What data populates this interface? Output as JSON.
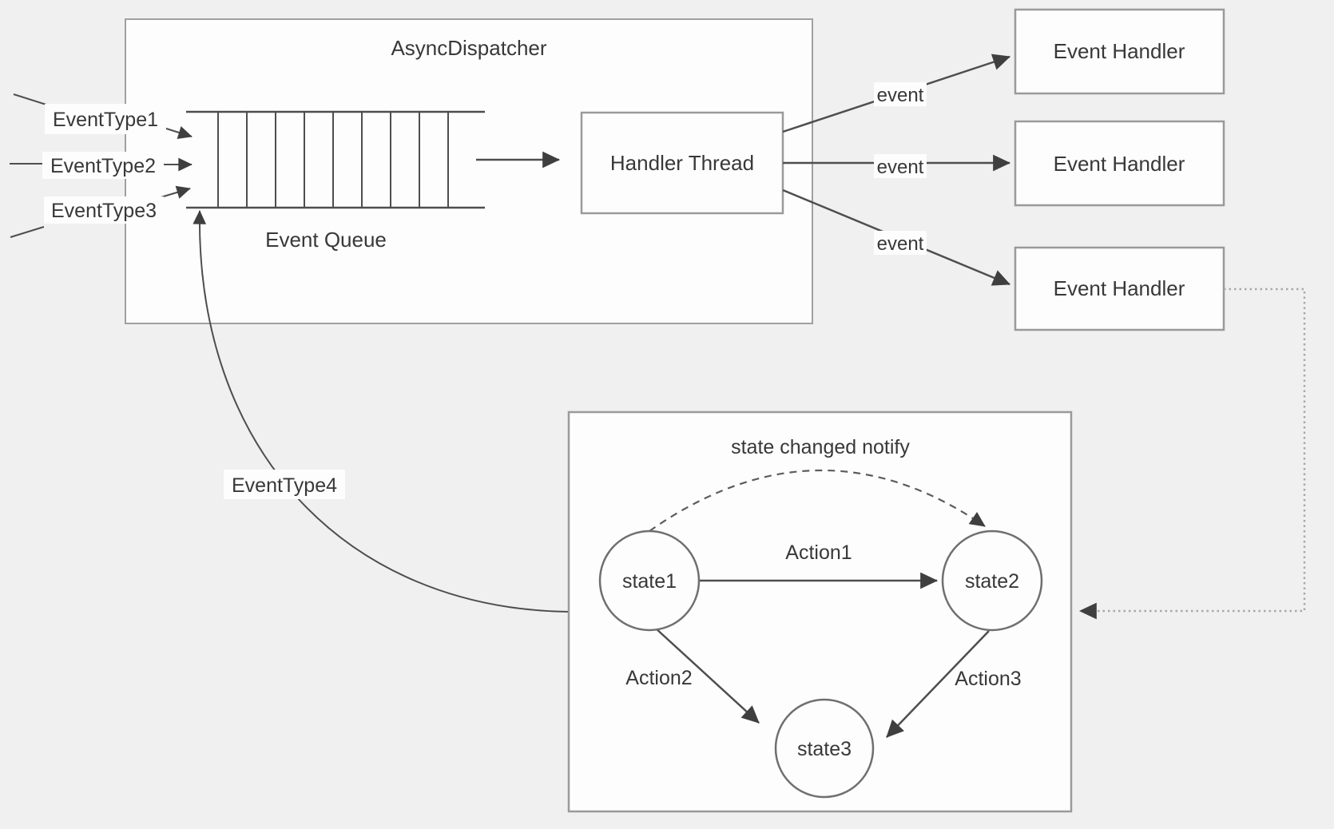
{
  "colors": {
    "background": "#f0f0f0",
    "box_fill": "#fdfdfd",
    "box_border": "#9a9a9a",
    "line": "#4e4e4e",
    "arrowhead": "#3f3f3f",
    "dotted_line": "#a8a8a8",
    "dashed_line": "#5c5c5c",
    "text": "#383838"
  },
  "dispatcher": {
    "title": "AsyncDispatcher",
    "queue_label": "Event Queue",
    "thread_label": "Handler Thread"
  },
  "inputs": {
    "items": [
      {
        "label": "EventType1"
      },
      {
        "label": "EventType2"
      },
      {
        "label": "EventType3"
      }
    ]
  },
  "feedback": {
    "label": "EventType4"
  },
  "dispatch_edges": {
    "labels": [
      "event",
      "event",
      "event"
    ]
  },
  "handlers": {
    "items": [
      {
        "label": "Event Handler"
      },
      {
        "label": "Event Handler"
      },
      {
        "label": "Event Handler"
      }
    ]
  },
  "state_machine": {
    "title": "state changed notify",
    "states": [
      {
        "label": "state1"
      },
      {
        "label": "state2"
      },
      {
        "label": "state3"
      }
    ],
    "transitions": [
      {
        "label": "Action1"
      },
      {
        "label": "Action2"
      },
      {
        "label": "Action3"
      }
    ]
  }
}
